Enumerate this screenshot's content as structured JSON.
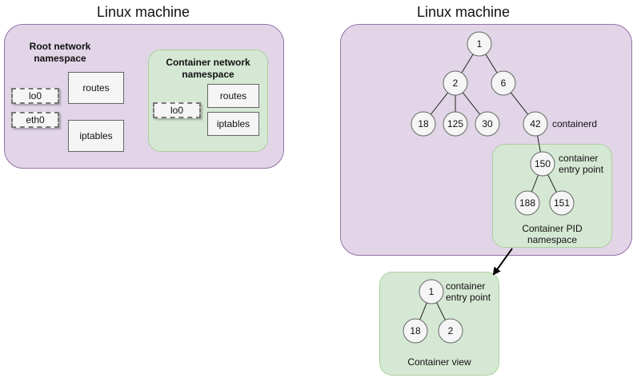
{
  "left": {
    "title": "Linux machine",
    "root_ns_line1": "Root network",
    "root_ns_line2": "namespace",
    "lo0": "lo0",
    "eth0": "eth0",
    "routes": "routes",
    "iptables": "iptables",
    "container_ns_line1": "Container network",
    "container_ns_line2": "namespace",
    "c_lo0": "lo0",
    "c_routes": "routes",
    "c_iptables": "iptables"
  },
  "right": {
    "title": "Linux machine",
    "nodes": {
      "n1": "1",
      "n2": "2",
      "n6": "6",
      "n18": "18",
      "n125": "125",
      "n30": "30",
      "n42": "42",
      "n150": "150",
      "n188": "188",
      "n151": "151"
    },
    "containerd_label": "containerd",
    "entry_line1": "container",
    "entry_line2": "entry point",
    "pid_ns_line1": "Container PID",
    "pid_ns_line2": "namespace"
  },
  "view": {
    "nodes": {
      "v1": "1",
      "v18": "18",
      "v2": "2"
    },
    "entry_line1": "container",
    "entry_line2": "entry point",
    "label": "Container view"
  },
  "colors": {
    "machine_fill": "#e1d5e7",
    "machine_stroke": "#9673a6",
    "namespace_fill": "#d5e8d4",
    "namespace_stroke": "#82b366",
    "box_fill": "#f5f5f5"
  }
}
